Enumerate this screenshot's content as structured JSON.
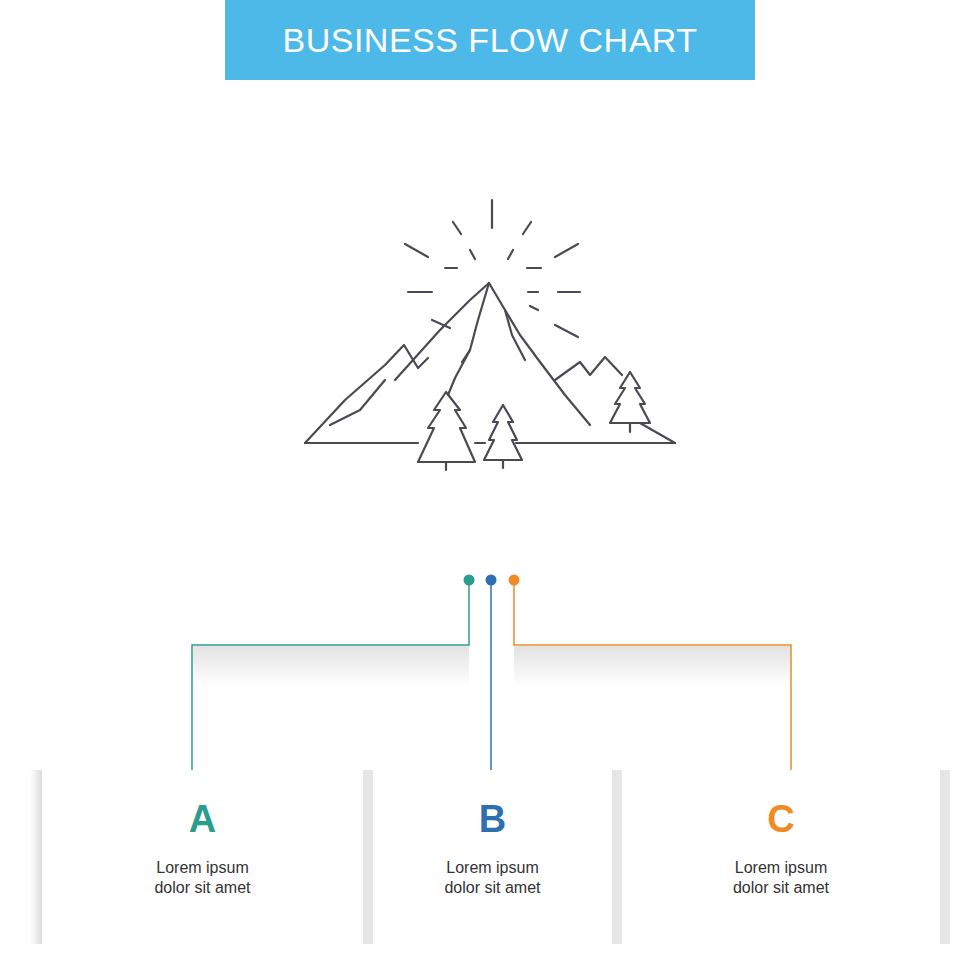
{
  "diagram": {
    "title": "BUSINESS FLOW CHART",
    "nodes": [
      {
        "text": [
          "A",
          "Lorem ipsum dolor sit amet"
        ]
      },
      {
        "text": [
          "B",
          "Lorem ipsum dolor sit amet"
        ]
      },
      {
        "text": [
          "C",
          "Lorem ipsum dolor sit amet"
        ]
      }
    ]
  }
}
